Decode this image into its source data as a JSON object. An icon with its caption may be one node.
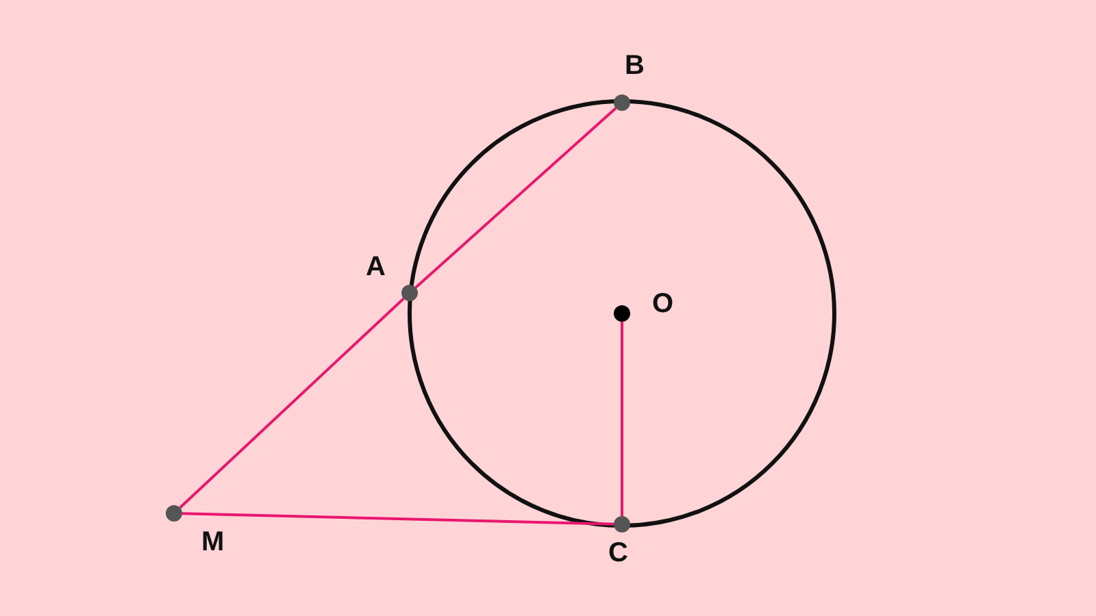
{
  "diagram": {
    "nodes": [
      {
        "text": [
          "B"
        ]
      },
      {
        "text": [
          "A"
        ]
      },
      {
        "text": [
          "O"
        ]
      },
      {
        "text": [
          "M"
        ]
      },
      {
        "text": [
          "C"
        ]
      }
    ],
    "edges": [
      {
        "from": 3,
        "to": 1,
        "arrow": "none"
      },
      {
        "from": 1,
        "to": 0,
        "arrow": "none"
      },
      {
        "from": 3,
        "to": 4,
        "arrow": "none"
      },
      {
        "from": 2,
        "to": 4,
        "arrow": "none"
      }
    ]
  }
}
